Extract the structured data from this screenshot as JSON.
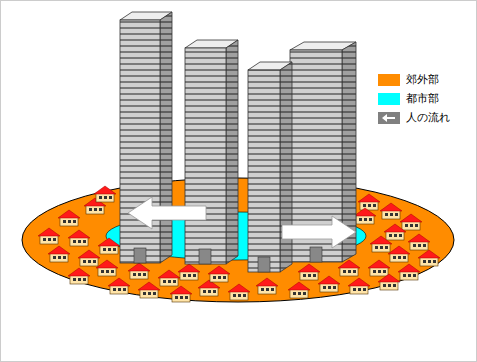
{
  "diagram": {
    "legend": [
      {
        "text": "郊外部",
        "color": "#ff8c00"
      },
      {
        "text": "都市部",
        "color": "#00ffff"
      },
      {
        "text": "人の流れ"
      }
    ]
  }
}
